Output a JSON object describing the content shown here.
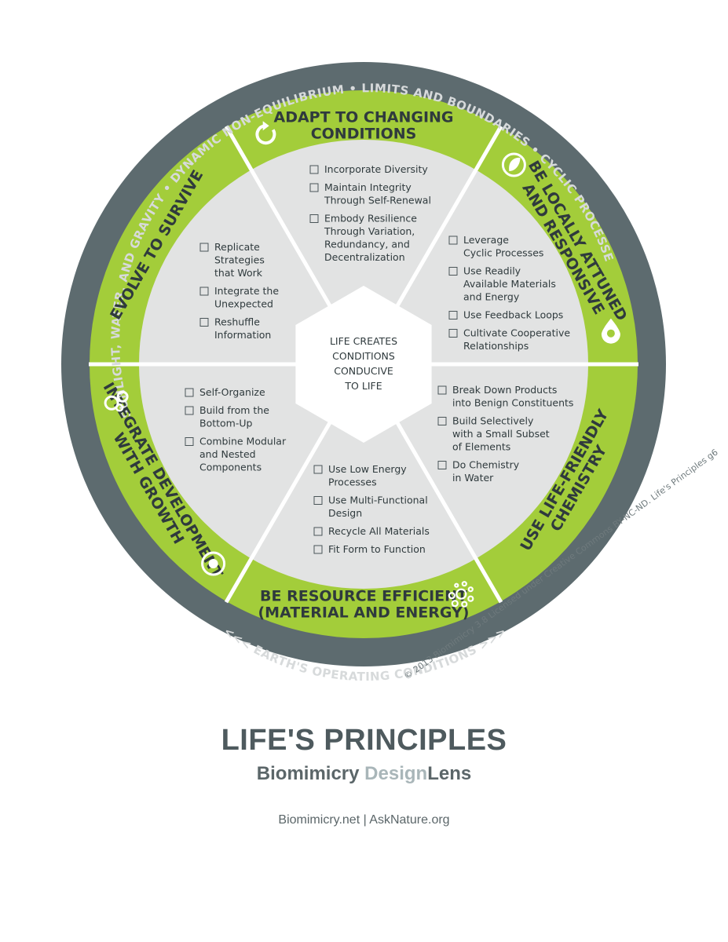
{
  "outer_ring": {
    "labels": [
      "SUNLIGHT, WATER, AND GRAVITY",
      "DYNAMIC NON-EQUILIBRIUM",
      "LIMITS AND BOUNDARIES",
      "CYCLIC PROCESSES"
    ],
    "bottom_label": "<<<  EARTH'S OPERATING CONDITIONS  >>>"
  },
  "center_text": [
    "LIFE CREATES",
    "CONDITIONS",
    "CONDUCIVE",
    "TO LIFE"
  ],
  "principles": [
    {
      "title_lines": [
        "ADAPT TO CHANGING",
        "CONDITIONS"
      ],
      "items": [
        [
          "Incorporate Diversity"
        ],
        [
          "Maintain Integrity",
          "Through Self-Renewal"
        ],
        [
          "Embody Resilience",
          "Through Variation,",
          "Redundancy, and",
          "Decentralization"
        ]
      ],
      "icon": "cycle-arrow-icon"
    },
    {
      "title_lines": [
        "BE LOCALLY ATTUNED",
        "AND RESPONSIVE"
      ],
      "items": [
        [
          "Leverage",
          "Cyclic Processes"
        ],
        [
          "Use Readily",
          "Available Materials",
          "and Energy"
        ],
        [
          "Use Feedback Loops"
        ],
        [
          "Cultivate Cooperative",
          "Relationships"
        ]
      ],
      "icon": "leaf-icon"
    },
    {
      "title_lines": [
        "USE LIFE-FRIENDLY",
        "CHEMISTRY"
      ],
      "items": [
        [
          "Break Down Products",
          "into Benign Constituents"
        ],
        [
          "Build Selectively",
          "with a Small Subset",
          "of Elements"
        ],
        [
          "Do Chemistry",
          "in Water"
        ]
      ],
      "icon": "droplet-icon"
    },
    {
      "title_lines": [
        "BE RESOURCE EFFICIENT",
        "(MATERIAL AND ENERGY)"
      ],
      "items": [
        [
          "Use Low Energy",
          "Processes"
        ],
        [
          "Use Multi-Functional",
          "Design"
        ],
        [
          "Recycle All Materials"
        ],
        [
          "Fit Form to Function"
        ]
      ],
      "icon": "dots-icon"
    },
    {
      "title_lines": [
        "INTEGRATE DEVELOPMENT",
        "WITH GROWTH"
      ],
      "items": [
        [
          "Self-Organize"
        ],
        [
          "Build from the",
          "Bottom-Up"
        ],
        [
          "Combine Modular",
          "and Nested",
          "Components"
        ]
      ],
      "icon": "target-icon"
    },
    {
      "title_lines": [
        "EVOLVE TO SURVIVE"
      ],
      "items": [
        [
          "Replicate",
          "Strategies",
          "that Work"
        ],
        [
          "Integrate the",
          "Unexpected"
        ],
        [
          "Reshuffle",
          "Information"
        ]
      ],
      "icon": "bubbles-icon"
    }
  ],
  "credit": "© 2013 Biomimicry 3.8   Licensed under Creative Commons BY-NC-ND. Life's Principles g6",
  "footer": {
    "title": "LIFE'S PRINCIPLES",
    "subtitle_part1": "Biomimicry ",
    "subtitle_part2": "Design",
    "subtitle_part3": "Lens",
    "links": "Biomimicry.net | AskNature.org"
  },
  "colors": {
    "outer_ring": "#5d6b6f",
    "band": "#a3cd3a",
    "inner": "#e2e3e3",
    "divider": "#ffffff",
    "text": "#2f3a3d"
  }
}
